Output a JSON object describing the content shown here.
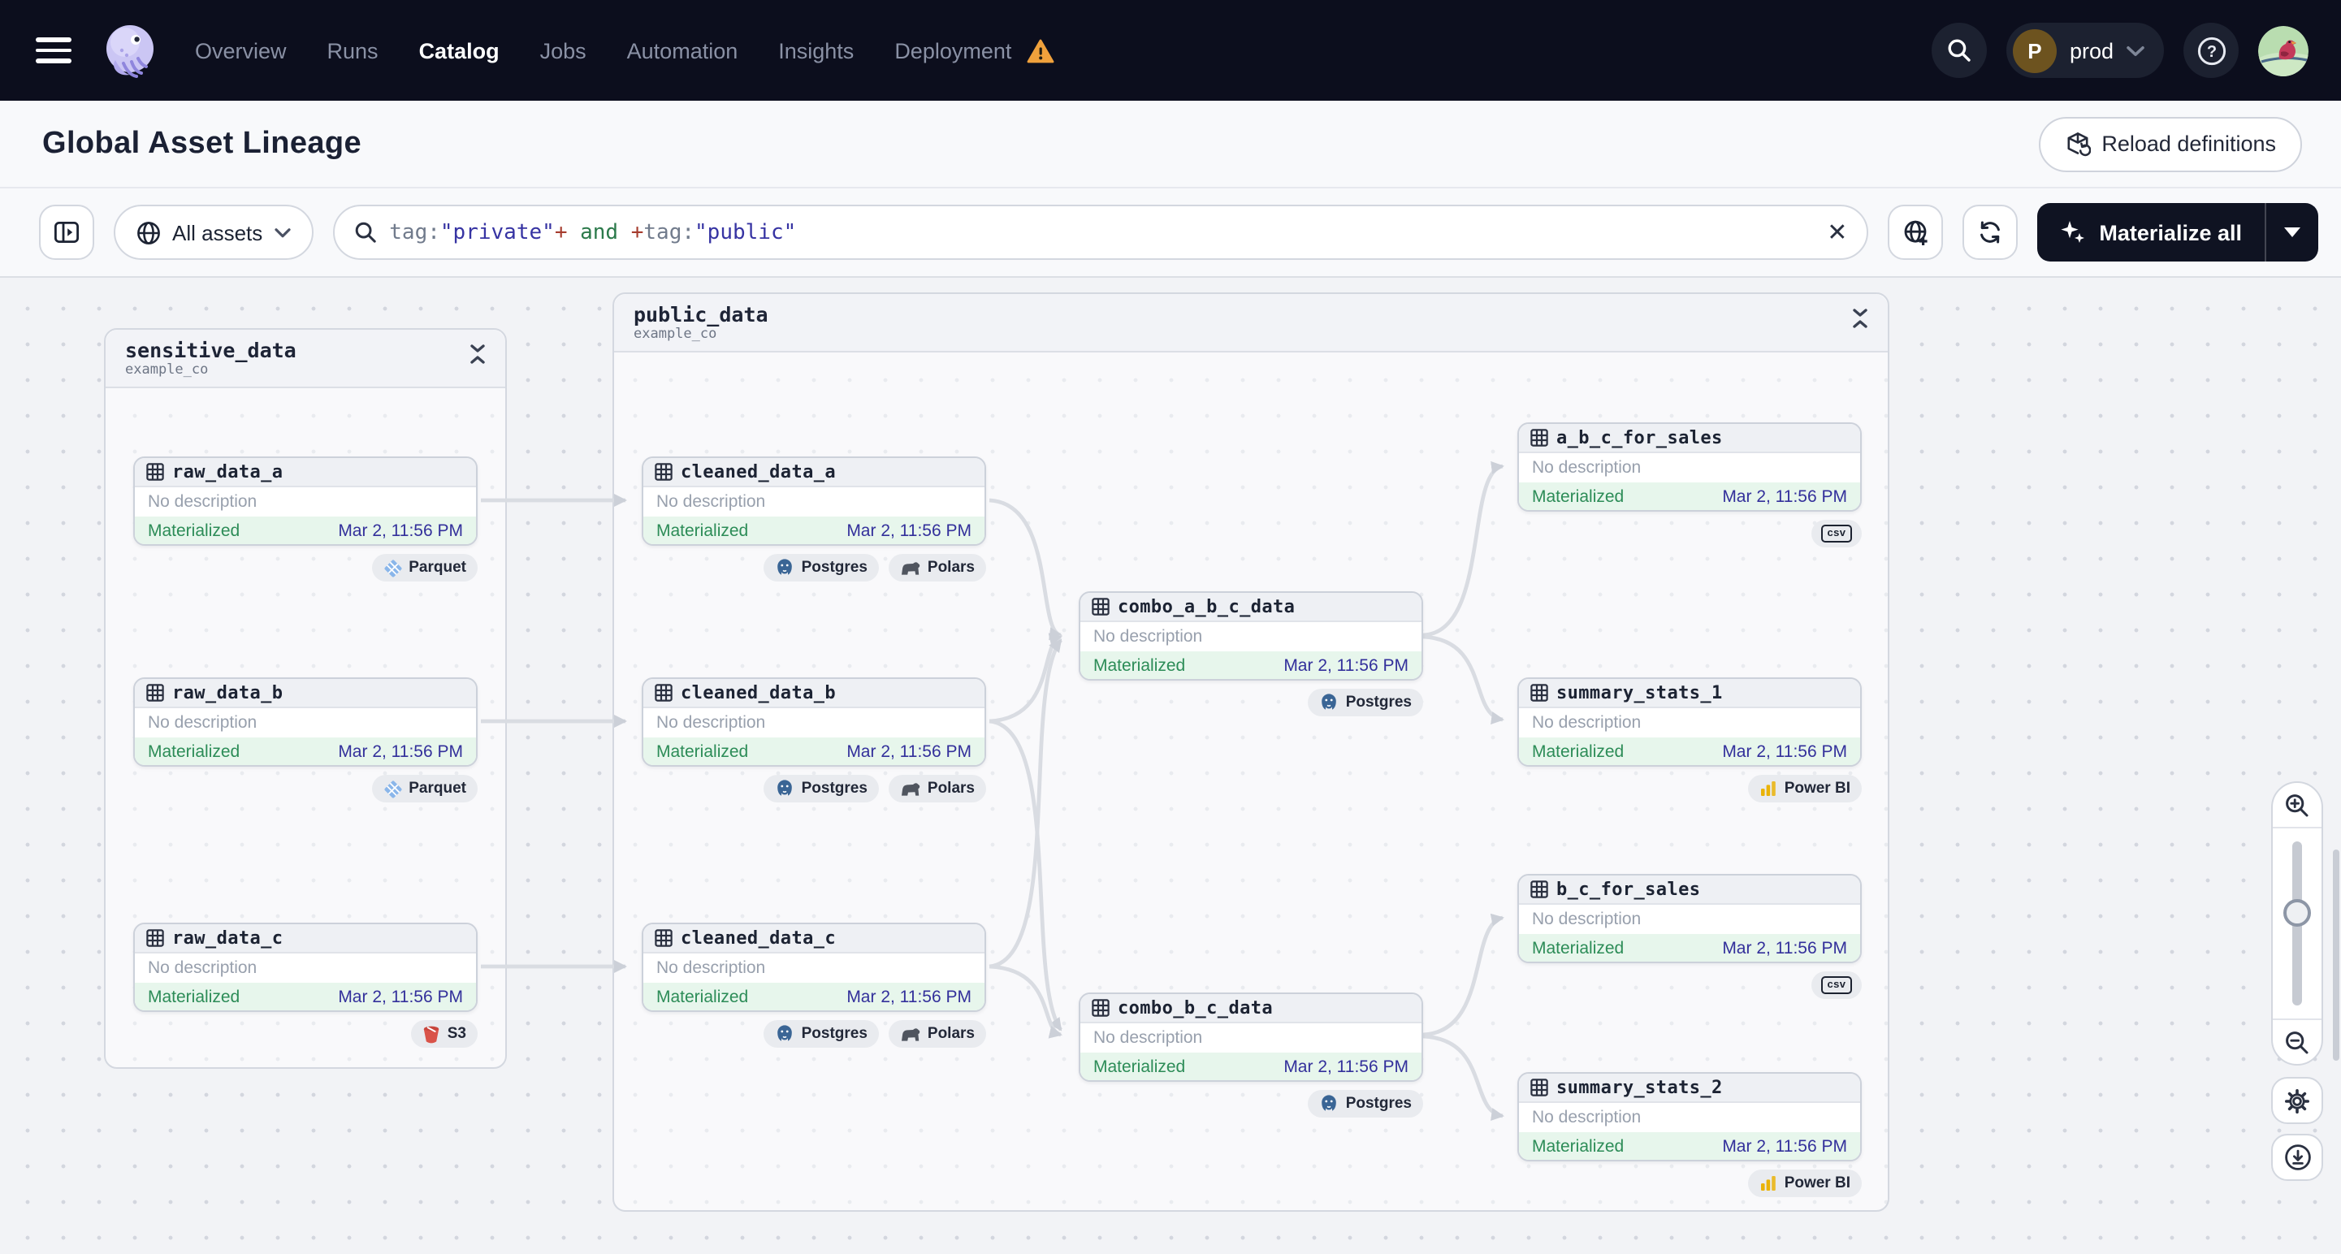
{
  "nav": {
    "items": [
      {
        "label": "Overview"
      },
      {
        "label": "Runs"
      },
      {
        "label": "Catalog",
        "active": true
      },
      {
        "label": "Jobs"
      },
      {
        "label": "Automation"
      },
      {
        "label": "Insights"
      },
      {
        "label": "Deployment",
        "warning": true
      }
    ],
    "deployment": {
      "initial": "P",
      "name": "prod"
    }
  },
  "header": {
    "title": "Global Asset Lineage",
    "reload_label": "Reload definitions"
  },
  "toolbar": {
    "scope_label": "All assets",
    "query_tokens": {
      "t1": "tag:",
      "t2": "\"private\"",
      "t3": "+",
      "t4": " and ",
      "t5": "+",
      "t6": "tag:",
      "t7": "\"public\""
    },
    "materialize_label": "Materialize all"
  },
  "graph": {
    "groups": [
      {
        "name": "sensitive_data",
        "location": "example_co"
      },
      {
        "name": "public_data",
        "location": "example_co"
      }
    ],
    "assets": [
      {
        "name": "raw_data_a",
        "description": "No description",
        "status": "Materialized",
        "materialized_at": "Mar 2, 11:56 PM",
        "badges": [
          {
            "icon": "parquet-icon",
            "label": "Parquet"
          }
        ]
      },
      {
        "name": "raw_data_b",
        "description": "No description",
        "status": "Materialized",
        "materialized_at": "Mar 2, 11:56 PM",
        "badges": [
          {
            "icon": "parquet-icon",
            "label": "Parquet"
          }
        ]
      },
      {
        "name": "raw_data_c",
        "description": "No description",
        "status": "Materialized",
        "materialized_at": "Mar 2, 11:56 PM",
        "badges": [
          {
            "icon": "s3-icon",
            "label": "S3"
          }
        ]
      },
      {
        "name": "cleaned_data_a",
        "description": "No description",
        "status": "Materialized",
        "materialized_at": "Mar 2, 11:56 PM",
        "badges": [
          {
            "icon": "postgres-icon",
            "label": "Postgres"
          },
          {
            "icon": "polars-icon",
            "label": "Polars"
          }
        ]
      },
      {
        "name": "cleaned_data_b",
        "description": "No description",
        "status": "Materialized",
        "materialized_at": "Mar 2, 11:56 PM",
        "badges": [
          {
            "icon": "postgres-icon",
            "label": "Postgres"
          },
          {
            "icon": "polars-icon",
            "label": "Polars"
          }
        ]
      },
      {
        "name": "cleaned_data_c",
        "description": "No description",
        "status": "Materialized",
        "materialized_at": "Mar 2, 11:56 PM",
        "badges": [
          {
            "icon": "postgres-icon",
            "label": "Postgres"
          },
          {
            "icon": "polars-icon",
            "label": "Polars"
          }
        ]
      },
      {
        "name": "combo_a_b_c_data",
        "description": "No description",
        "status": "Materialized",
        "materialized_at": "Mar 2, 11:56 PM",
        "badges": [
          {
            "icon": "postgres-icon",
            "label": "Postgres"
          }
        ]
      },
      {
        "name": "combo_b_c_data",
        "description": "No description",
        "status": "Materialized",
        "materialized_at": "Mar 2, 11:56 PM",
        "badges": [
          {
            "icon": "postgres-icon",
            "label": "Postgres"
          }
        ]
      },
      {
        "name": "a_b_c_for_sales",
        "description": "No description",
        "status": "Materialized",
        "materialized_at": "Mar 2, 11:56 PM",
        "badges": [
          {
            "icon": "csv-icon",
            "label": "csv"
          }
        ]
      },
      {
        "name": "summary_stats_1",
        "description": "No description",
        "status": "Materialized",
        "materialized_at": "Mar 2, 11:56 PM",
        "badges": [
          {
            "icon": "powerbi-icon",
            "label": "Power BI"
          }
        ]
      },
      {
        "name": "b_c_for_sales",
        "description": "No description",
        "status": "Materialized",
        "materialized_at": "Mar 2, 11:56 PM",
        "badges": [
          {
            "icon": "csv-icon",
            "label": "csv"
          }
        ]
      },
      {
        "name": "summary_stats_2",
        "description": "No description",
        "status": "Materialized",
        "materialized_at": "Mar 2, 11:56 PM",
        "badges": [
          {
            "icon": "powerbi-icon",
            "label": "Power BI"
          }
        ]
      }
    ]
  },
  "colors": {
    "nav_bg": "#0c0e1d",
    "status_green": "#2c8c57",
    "status_green_bg": "#e7f6ec",
    "timestamp_indigo": "#33309b",
    "warning_orange": "#f0a13c",
    "powerbi_yellow": "#eab308",
    "s3_red": "#d95349",
    "postgres_blue": "#3a6595",
    "parquet_blue": "#8ab6ea",
    "edge_gray": "#d9dce2"
  },
  "icons": {
    "side": [
      "zoom-in-icon",
      "zoom-out-icon",
      "gear-icon",
      "download-icon"
    ]
  }
}
